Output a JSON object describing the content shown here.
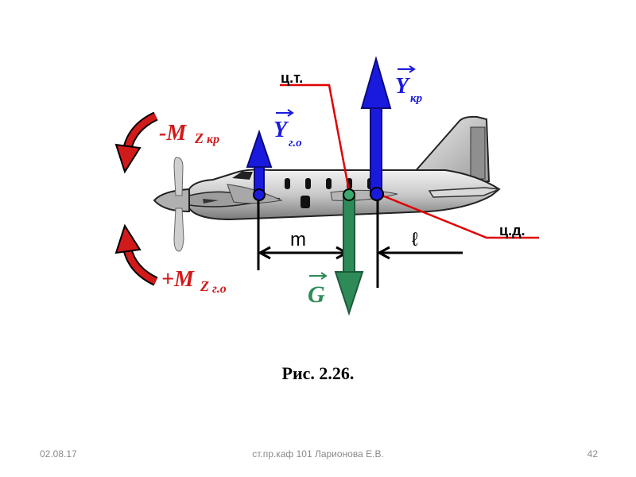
{
  "labels": {
    "cg": "ц.т.",
    "cp": "ц.д.",
    "y_kr_main": "Y",
    "y_kr_sub": "кр",
    "y_go_main": "Y",
    "y_go_sub": "г.о",
    "g": "G",
    "m_neg_prefix": "-M",
    "m_neg_z": "Z",
    "m_neg_sub": "кр",
    "m_pos_prefix": "+M",
    "m_pos_z": "Z",
    "m_pos_sub": "г.о",
    "dim_m": "m",
    "dim_l": "ℓ"
  },
  "caption": "Рис. 2.26.",
  "footer": {
    "date": "02.08.17",
    "author": "ст.пр.каф 101 Ларионова Е.В.",
    "page": "42"
  },
  "colors": {
    "lift_arrow": "#1a1adf",
    "weight_arrow": "#2e8b57",
    "moment_arrow": "#d11a1a",
    "leader_line": "#e00000",
    "fuselage": "#c8c8c8"
  }
}
